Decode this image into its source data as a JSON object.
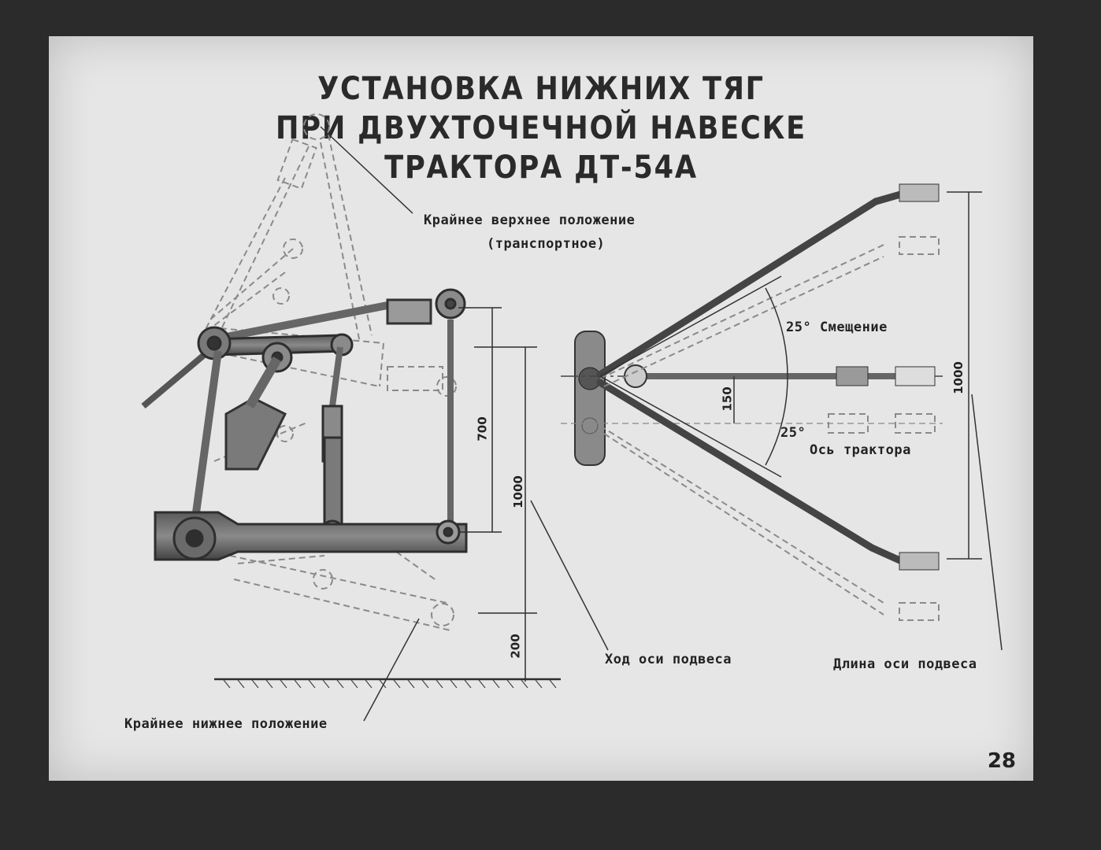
{
  "title": {
    "line1": "УСТАНОВКА НИЖНИХ ТЯГ",
    "line2": "ПРИ ДВУХТОЧЕЧНОЙ НАВЕСКЕ",
    "line3": "ТРАКТОРА ДТ-54А"
  },
  "labels": {
    "upper_position_1": "Крайнее верхнее положение",
    "upper_position_2": "(транспортное)",
    "lower_position": "Крайнее нижнее положение",
    "axle_travel": "Ход оси подвеса",
    "axle_length": "Длина оси подвеса",
    "offset": "25° Смещение",
    "offset_angle_lower": "25°",
    "tractor_axis": "Ось трактора"
  },
  "dimensions": {
    "d700": "700",
    "d1000_left": "1000",
    "d200": "200",
    "d150": "150",
    "d1000_right": "1000"
  },
  "page_number": "28",
  "colors": {
    "background": "#e6e6e6",
    "frame": "#2b2b2b",
    "ink": "#2a2a2a"
  }
}
